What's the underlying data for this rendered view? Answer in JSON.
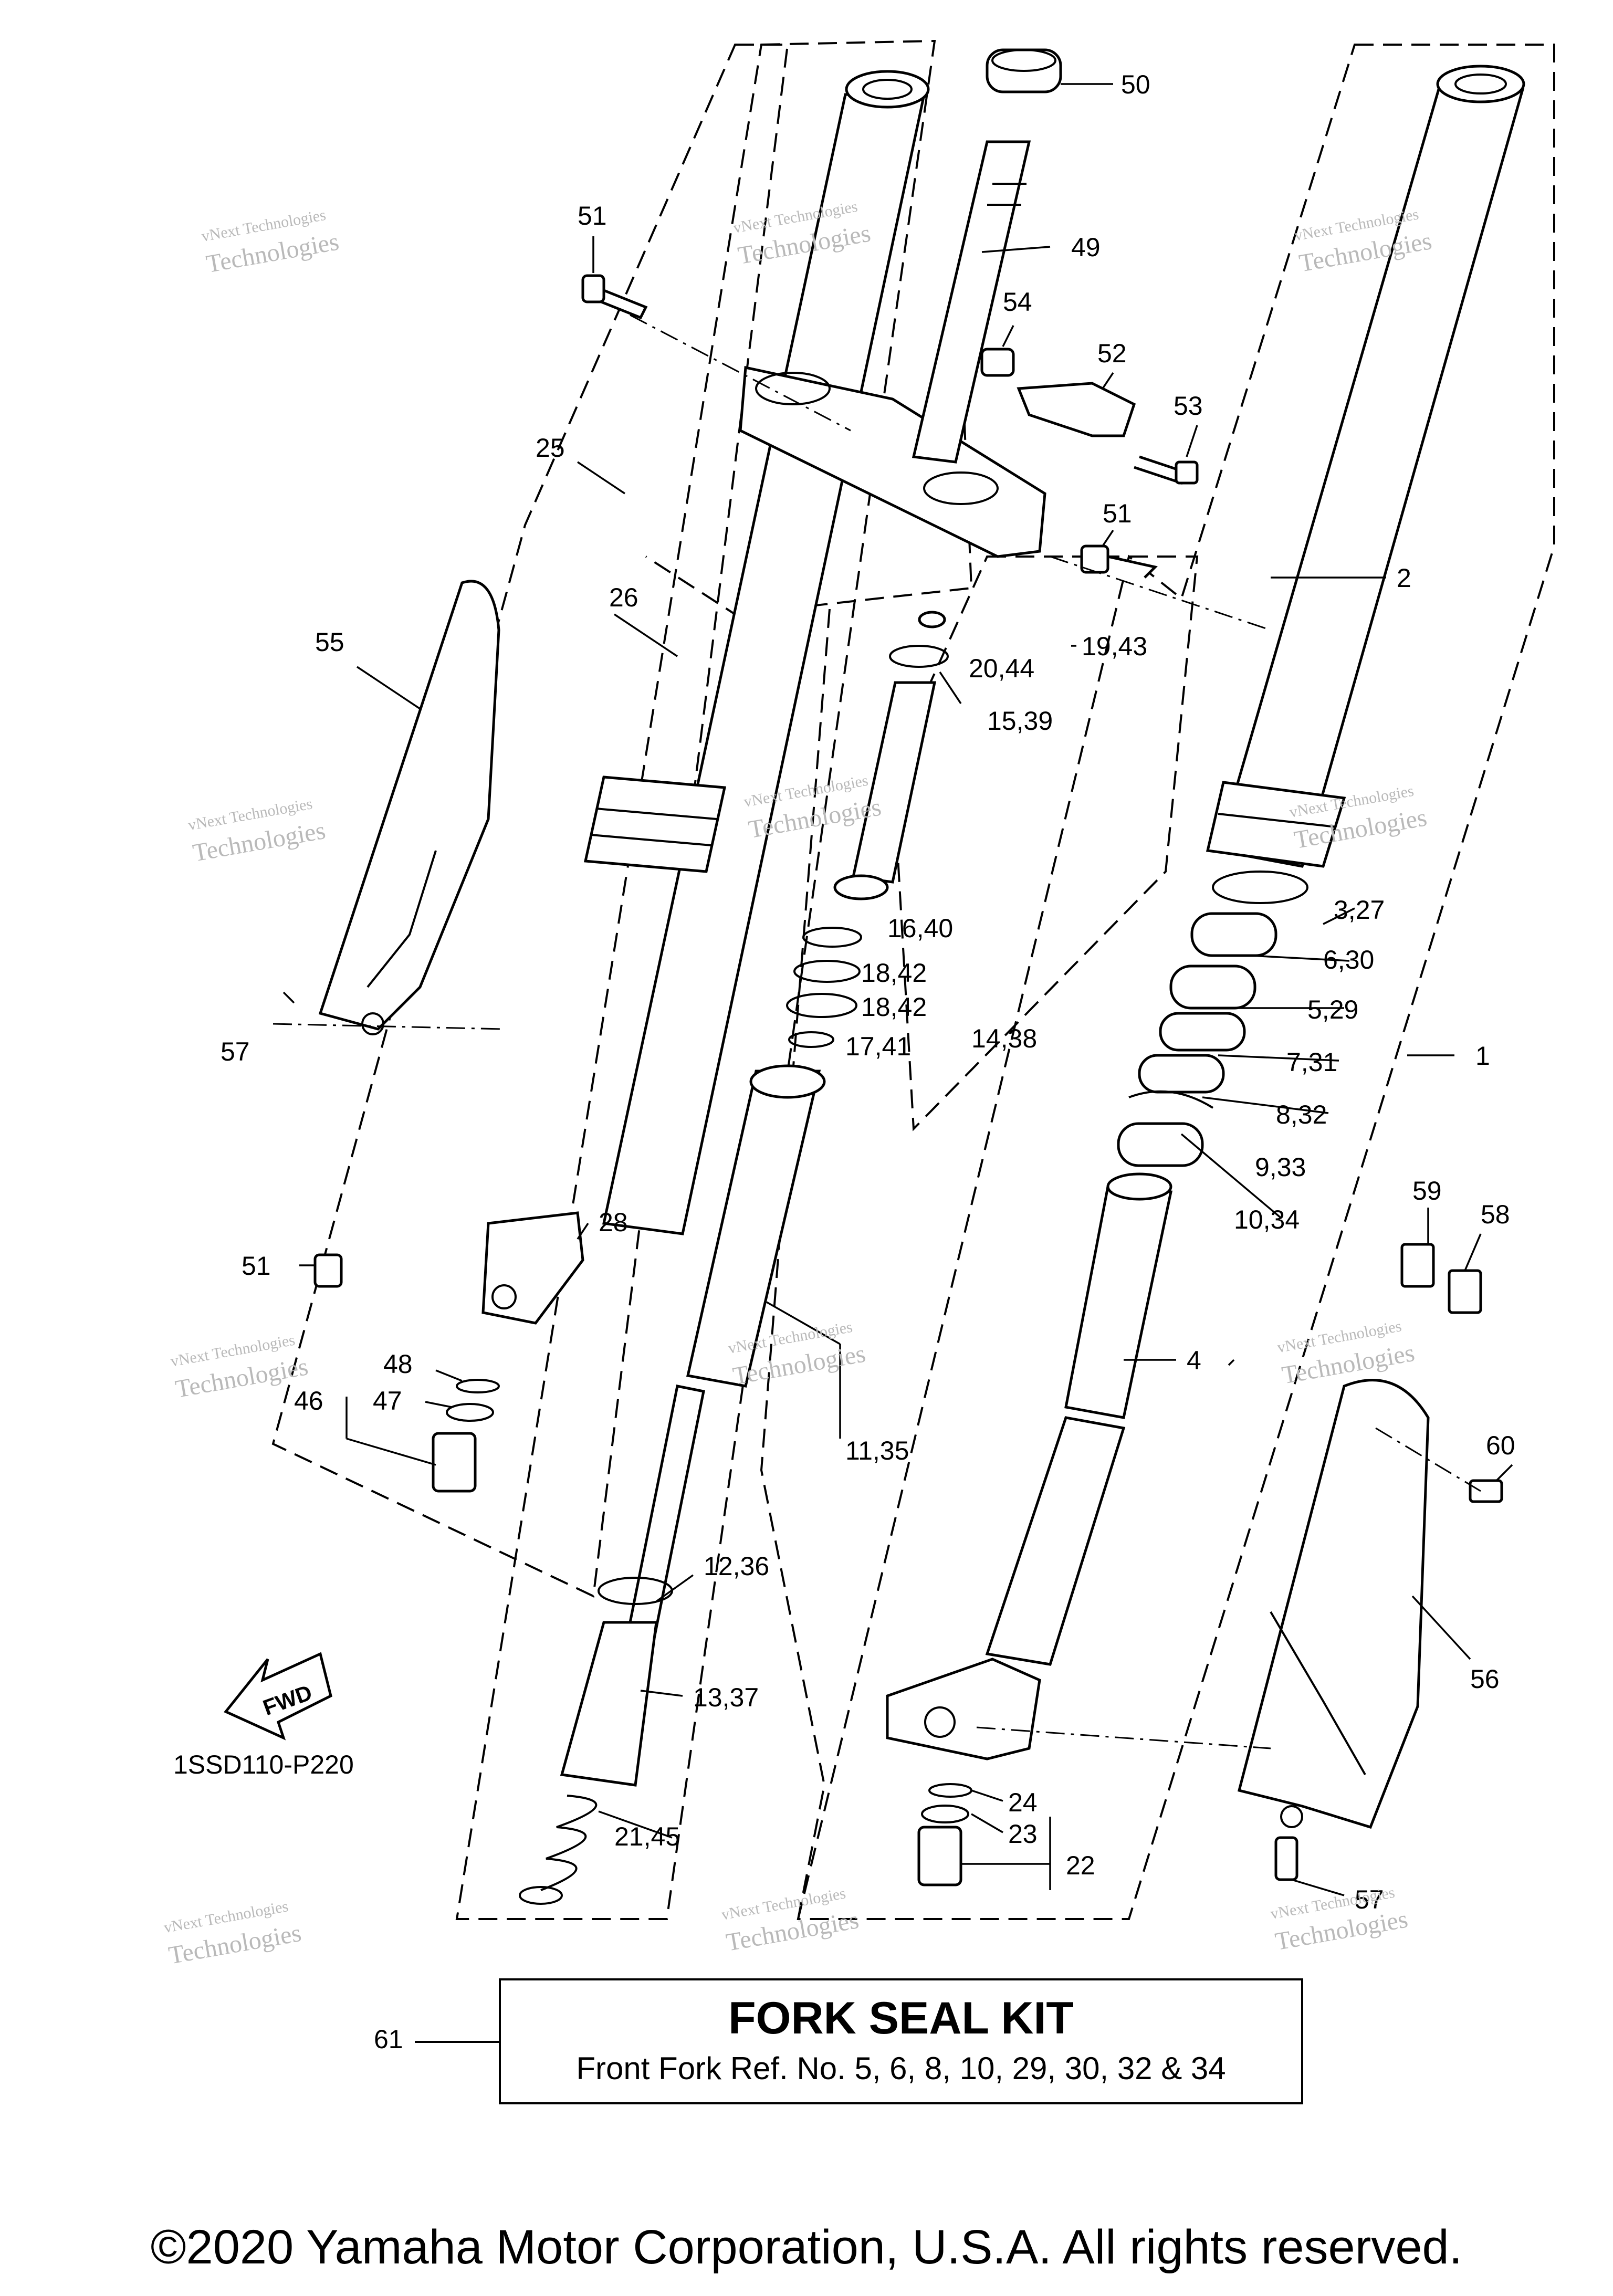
{
  "diagram_code": "1SSD110-P220",
  "fwd_label": "FWD",
  "watermark": {
    "line1": "vNext Technologies",
    "line2": "Technologies"
  },
  "part_labels": [
    "50",
    "49",
    "51",
    "54",
    "52",
    "53",
    "25",
    "51",
    "26",
    "55",
    "19,43",
    "20,44",
    "15,39",
    "2",
    "16,40",
    "18,42",
    "18,42",
    "14,38",
    "17,41",
    "3,27",
    "6,30",
    "5,29",
    "7,31",
    "8,32",
    "9,33",
    "10,34",
    "1",
    "57",
    "28",
    "51",
    "48",
    "47",
    "46",
    "11,35",
    "12,36",
    "13,37",
    "21,45",
    "4",
    "59",
    "58",
    "60",
    "56",
    "24",
    "23",
    "22",
    "57"
  ],
  "kit": {
    "ref": "61",
    "title": "FORK SEAL KIT",
    "subtitle": "Front Fork Ref. No. 5, 6, 8, 10, 29, 30, 32 & 34"
  },
  "copyright": "©2020 Yamaha Motor Corporation, U.S.A. All rights reserved.",
  "colors": {
    "ink": "#000000",
    "paper": "#ffffff",
    "watermark": "#b9b9b9"
  }
}
